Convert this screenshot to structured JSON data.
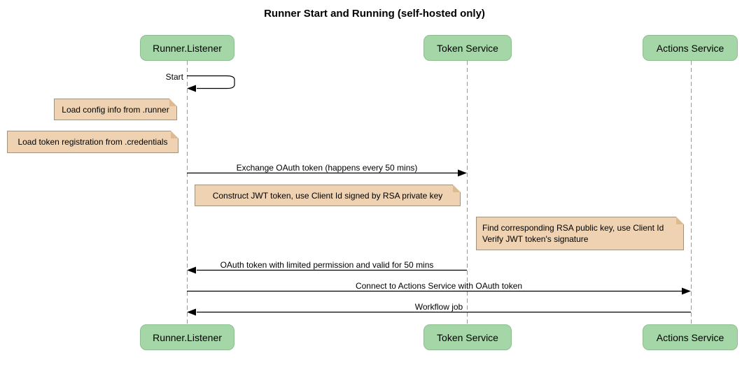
{
  "title": "Runner Start and Running (self-hosted only)",
  "participants": [
    {
      "name": "Runner.Listener"
    },
    {
      "name": "Token Service"
    },
    {
      "name": "Actions Service"
    }
  ],
  "messages": {
    "self_start": "Start",
    "exchange": "Exchange OAuth token (happens every 50 mins)",
    "oauth_return": "OAuth token with limited permission and valid for 50 mins",
    "connect": "Connect to Actions Service with OAuth token",
    "workflow": "Workflow job"
  },
  "notes": {
    "load_config": "Load config info from .runner",
    "load_token": "Load token registration from .credentials",
    "construct_jwt": "Construct JWT token, use Client Id signed by RSA private key",
    "find_rsa_line1": "Find corresponding RSA public key, use Client Id",
    "find_rsa_line2": "Verify JWT token's signature"
  },
  "colors": {
    "participant_fill": "#a5d6a7",
    "participant_border": "#8cbe8f",
    "note_fill": "#eed2b2",
    "note_border": "#a2917c",
    "note_fold": "#dcba92",
    "lifeline": "#999999",
    "arrow": "#000000"
  }
}
